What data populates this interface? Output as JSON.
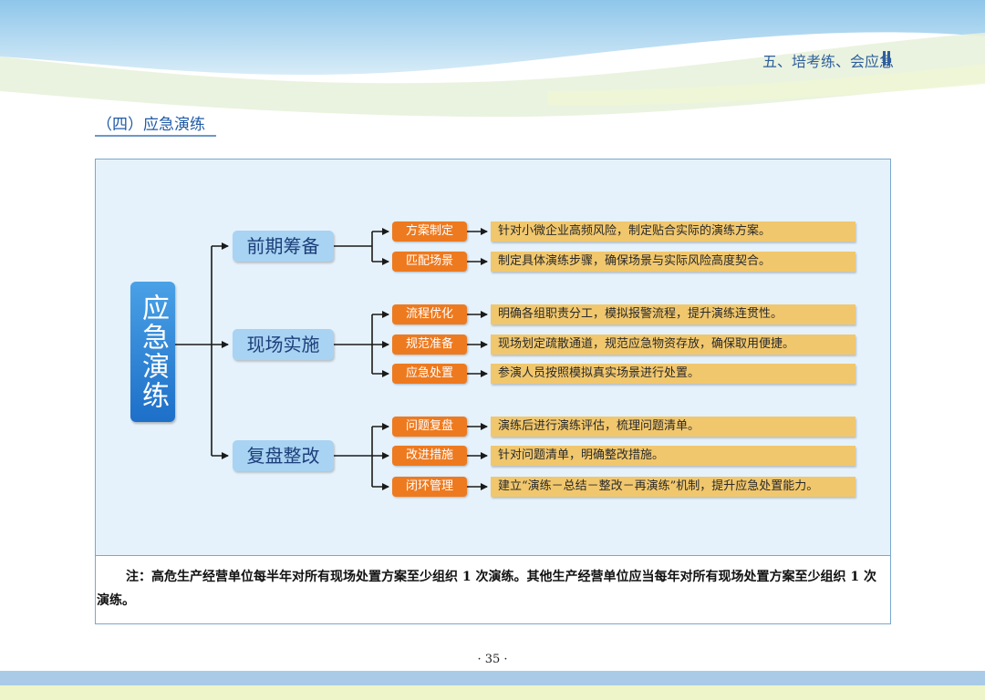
{
  "header": {
    "chapter": "五、培考练、会应急"
  },
  "section_title": "（四）应急演练",
  "diagram": {
    "root": "应急演练",
    "stages": [
      {
        "label": "前期筹备",
        "items": [
          {
            "tag": "方案制定",
            "text": "针对小微企业高频风险，制定贴合实际的演练方案。"
          },
          {
            "tag": "匹配场景",
            "text": "制定具体演练步骤，确保场景与实际风险高度契合。"
          }
        ]
      },
      {
        "label": "现场实施",
        "items": [
          {
            "tag": "流程优化",
            "text": "明确各组职责分工，模拟报警流程，提升演练连贯性。"
          },
          {
            "tag": "规范准备",
            "text": "现场划定疏散通道，规范应急物资存放，确保取用便捷。"
          },
          {
            "tag": "应急处置",
            "text": "参演人员按照模拟真实场景进行处置。"
          }
        ]
      },
      {
        "label": "复盘整改",
        "items": [
          {
            "tag": "问题复盘",
            "text": "演练后进行演练评估，梳理问题清单。"
          },
          {
            "tag": "改进措施",
            "text": "针对问题清单，明确整改措施。"
          },
          {
            "tag": "闭环管理",
            "text": "建立“演练－总结－整改－再演练”机制，提升应急处置能力。"
          }
        ]
      }
    ]
  },
  "note": "注：高危生产经营单位每半年对所有现场处置方案至少组织 1 次演练。其他生产经营单位应当每年对所有现场处置方案至少组织 1 次演练。",
  "page_number": "· 35 ·",
  "colors": {
    "root_box": "#2b82d9",
    "stage_box": "#a9d3f2",
    "tag_box": "#ee7a1f",
    "desc_box": "#f1c76d",
    "connector": "#1a1a1a"
  }
}
